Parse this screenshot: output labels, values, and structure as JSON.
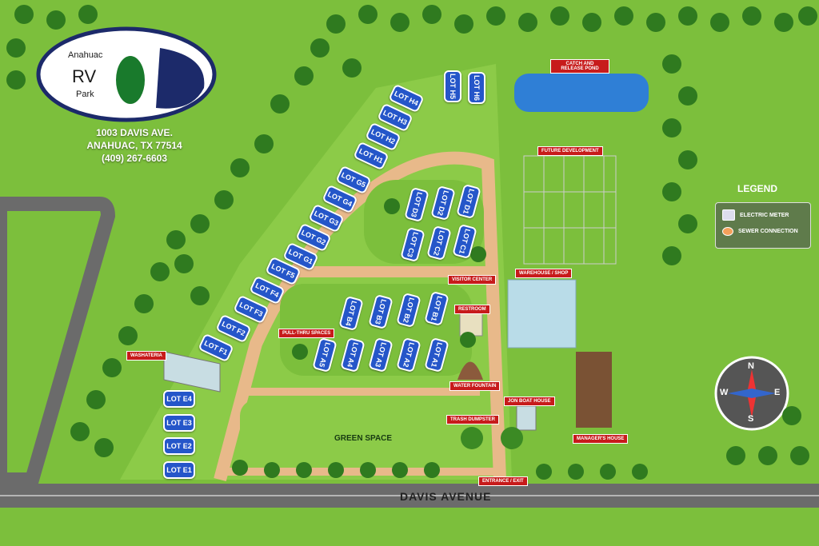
{
  "logo": {
    "line1": "Anahuac",
    "line2": "RV",
    "line3": "Park"
  },
  "address": {
    "street": "1003 DAVIS AVE.",
    "city": "ANAHUAC, TX 77514",
    "phone": "(409) 267-6603"
  },
  "legend": {
    "title": "LEGEND",
    "electric": "ELECTRIC METER",
    "sewer": "SEWER CONNECTION"
  },
  "compass": {
    "n": "N",
    "s": "S",
    "e": "E",
    "w": "W"
  },
  "streets": {
    "davis": "DAVIS AVENUE"
  },
  "labels": {
    "pond": "CATCH AND RELEASE POND",
    "future": "FUTURE DEVELOPMENT",
    "warehouse": "WAREHOUSE / SHOP",
    "visitor": "VISITOR CENTER",
    "restroom": "RESTROOM",
    "fountain": "WATER FOUNTAIN",
    "trash": "TRASH DUMPSTER",
    "jonboat": "JON BOAT HOUSE",
    "manager": "MANAGER'S HOUSE",
    "entrance": "ENTRANCE / EXIT",
    "washateria": "WASHATERIA",
    "pullthru": "PULL-THRU SPACES",
    "green": "GREEN SPACE"
  },
  "lots": {
    "h4": "LOT H4",
    "h3": "LOT H3",
    "h2": "LOT H2",
    "h1": "LOT H1",
    "h5": "LOT H5",
    "h6": "LOT H6",
    "g5": "LOT G5",
    "g4": "LOT G4",
    "g3": "LOT G3",
    "g2": "LOT G2",
    "g1": "LOT G1",
    "f5": "LOT F5",
    "f4": "LOT F4",
    "f3": "LOT F3",
    "f2": "LOT F2",
    "f1": "LOT F1",
    "d3": "LOT D3",
    "d2": "LOT D2",
    "d1": "LOT D1",
    "c3": "LOT C3",
    "c2": "LOT C2",
    "c1": "LOT C1",
    "b4": "LOT B4",
    "b3": "LOT B3",
    "b2": "LOT B2",
    "b1": "LOT B1",
    "a5": "LOT A5",
    "a4": "LOT A4",
    "a3": "LOT A3",
    "a2": "LOT A2",
    "a1": "LOT A1",
    "e4": "LOT E4",
    "e3": "LOT E3",
    "e2": "LOT E2",
    "e1": "LOT E1"
  },
  "colors": {
    "grass": "#7cbf3c",
    "road": "#6b6b6b",
    "path": "#e8b98a",
    "lot": "#2556c9",
    "tag": "#c71b1b",
    "pond": "#2f7fd6"
  }
}
